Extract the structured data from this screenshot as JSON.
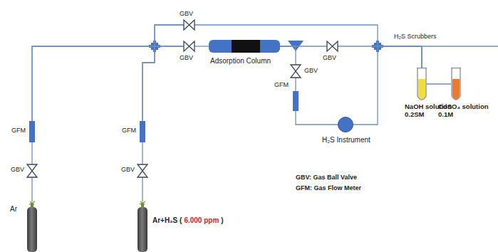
{
  "diagram": {
    "nodes": [
      {
        "text": [
          "Ar"
        ]
      },
      {
        "text": [
          "GBV"
        ]
      },
      {
        "text": [
          "GFM"
        ]
      },
      {
        "text": [
          "Ar+H₂S (",
          "6.000 ppm",
          ")"
        ]
      },
      {
        "text": [
          "GBV"
        ]
      },
      {
        "text": [
          "GFM"
        ]
      },
      {
        "text": [
          "GBV"
        ]
      },
      {
        "text": [
          "GBV"
        ]
      },
      {
        "text": [
          "Adsorption Column"
        ]
      },
      {
        "text": [
          "GBV"
        ]
      },
      {
        "text": [
          "GFM"
        ]
      },
      {
        "text": [
          "H₂S Instrument"
        ]
      },
      {
        "text": [
          "GBV"
        ]
      },
      {
        "text": [
          "NaOH solution 0.2SM"
        ]
      },
      {
        "text": [
          "CdSO₄ solution 0.1M"
        ]
      }
    ],
    "edges": [
      {
        "from": 0,
        "to": 1,
        "arrow": "none"
      },
      {
        "from": 1,
        "to": 2,
        "arrow": "none"
      },
      {
        "from": 2,
        "to": 6,
        "arrow": "none"
      },
      {
        "from": 2,
        "to": 7,
        "arrow": "none"
      },
      {
        "from": 3,
        "to": 4,
        "arrow": "none"
      },
      {
        "from": 4,
        "to": 5,
        "arrow": "none"
      },
      {
        "from": 5,
        "to": 6,
        "arrow": "none"
      },
      {
        "from": 5,
        "to": 7,
        "arrow": "none"
      },
      {
        "from": 6,
        "to": 13,
        "arrow": "none"
      },
      {
        "from": 7,
        "to": 8,
        "arrow": "none"
      },
      {
        "from": 8,
        "to": 12,
        "arrow": "none"
      },
      {
        "from": 8,
        "to": 9,
        "arrow": "none"
      },
      {
        "from": 9,
        "to": 10,
        "arrow": "none"
      },
      {
        "from": 10,
        "to": 11,
        "arrow": "none"
      },
      {
        "from": 11,
        "to": 13,
        "arrow": "none"
      },
      {
        "from": 12,
        "to": 13,
        "arrow": "none"
      },
      {
        "from": 13,
        "to": 14,
        "arrow": "none"
      }
    ],
    "labels": [
      "H₂S Scrubbers",
      "GBV: Gas Ball Valve",
      "GFM: Gas Flow Meter"
    ]
  }
}
